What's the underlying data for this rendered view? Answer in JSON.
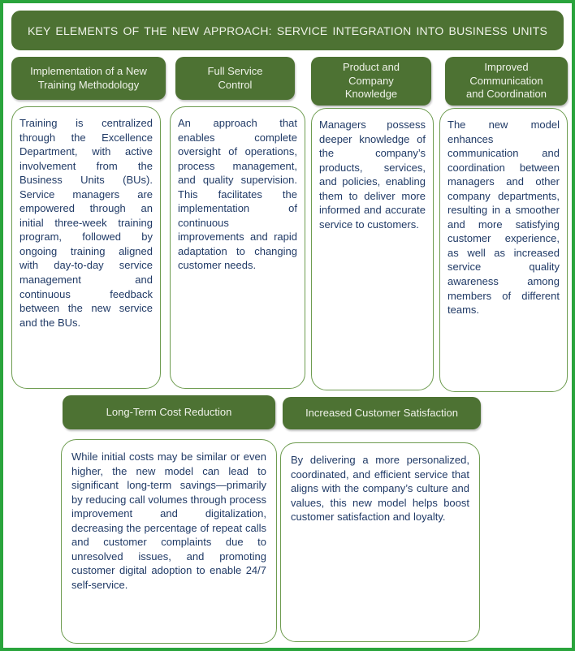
{
  "title": "KEY ELEMENTS OF THE NEW APPROACH: SERVICE INTEGRATION INTO BUSINESS UNITS",
  "colors": {
    "outer_border_green": "#2AA43C",
    "header_fill_green": "#4D7233",
    "header_text": "#EFF2E9",
    "body_border_green": "#6E9C50",
    "body_text_blue": "#203A66"
  },
  "cards_row1": [
    {
      "header": "Implementation of a New\nTraining Methodology",
      "body": "Training is centralized through the Excellence Department, with active involvement from the Business Units (BUs). Service managers are empowered through an initial three-week training program, followed by ongoing training aligned with day-to-day service management and continuous feedback between the new service and the BUs."
    },
    {
      "header": "Full Service\nControl",
      "body": "An approach that enables complete oversight of operations, process management, and quality supervision. This facilitates the implementation of continuous improvements and rapid adaptation to changing customer needs."
    },
    {
      "header": "Product and\nCompany\nKnowledge",
      "body": "Managers possess deeper knowledge of the company’s products, services, and policies, enabling them to deliver more informed and accurate service to customers."
    },
    {
      "header": "Improved\nCommunication\nand Coordination",
      "body": "The new model enhances communication and coordination between managers and other company departments, resulting in a smoother and more satisfying customer experience, as well as increased service quality awareness among members of different teams."
    }
  ],
  "cards_row2": [
    {
      "header": "Long-Term Cost Reduction",
      "body": "While initial costs may be similar or even higher, the new model can lead to significant long-term savings—primarily by reducing call volumes through process improvement and digitalization, decreasing the percentage of repeat calls and customer complaints due to unresolved issues, and promoting customer digital adoption to enable 24/7 self-service."
    },
    {
      "header": "Increased Customer Satisfaction",
      "body": "By delivering a more personalized, coordinated, and efficient service that aligns with the company’s culture and values, this new model helps boost customer satisfaction and loyalty."
    }
  ]
}
